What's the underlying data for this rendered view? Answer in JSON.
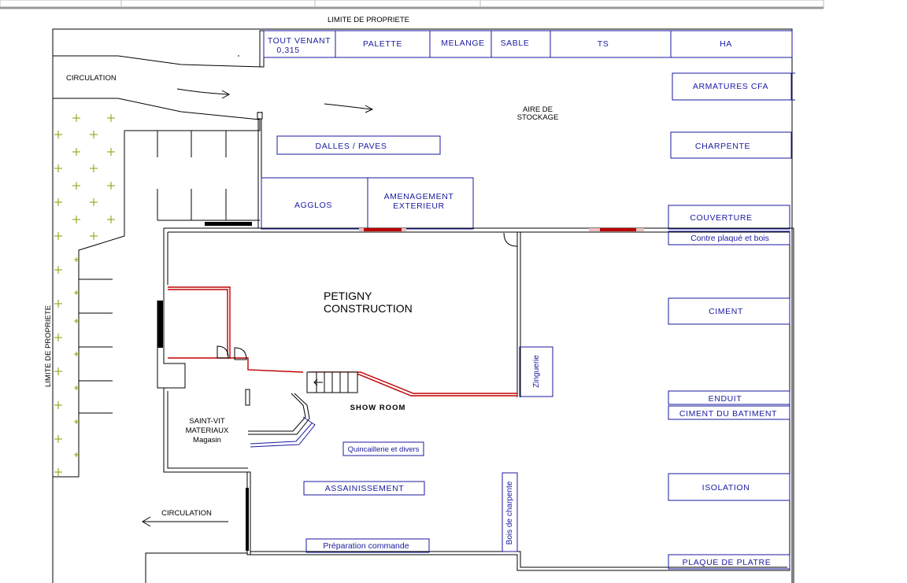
{
  "title_top": "LIMITE DE PROPRIETE",
  "title_side": "LIMITE DE PROPRIETE",
  "circulation_top": "CIRCULATION",
  "circulation_bottom": "CIRCULATION",
  "aire_stockage": [
    "AIRE DE",
    "STOCKAGE"
  ],
  "top_bins": {
    "tout_venant": [
      "TOUT VENANT",
      "0,315"
    ],
    "palette": "PALETTE",
    "melange": "MELANGE",
    "sable": "SABLE",
    "ts": "TS",
    "ha": "HA"
  },
  "outdoor": {
    "dalles": "DALLES / PAVES",
    "agglos": "AGGLOS",
    "amenagement": [
      "AMENAGEMENT",
      "EXTERIEUR"
    ]
  },
  "right_column": {
    "armatures": "ARMATURES CFA",
    "charpente": "CHARPENTE",
    "couverture": "COUVERTURE",
    "contre_plaque": "Contre plaqué et bois",
    "ciment": "CIMENT",
    "enduit": "ENDUIT",
    "ciment_batiment": "CIMENT DU BATIMENT",
    "isolation": "ISOLATION",
    "plaque_platre": "PLAQUE DE PLATRE"
  },
  "building": {
    "company": [
      "PETIGNY",
      "CONSTRUCTION"
    ],
    "showroom": "SHOW ROOM",
    "magasin": [
      "SAINT-VIT",
      "MATERIAUX",
      "Magasin"
    ],
    "zinguerie": "Zinguerie",
    "quincaillerie": "Quincaillerie et divers",
    "assainissement": "ASSAINISSEMENT",
    "preparation": "Préparation commande",
    "bois_charpente": "Bois de charpente"
  },
  "colors": {
    "label": "#1a1aa0",
    "wall": "#000000",
    "door": "#c00000",
    "vegetation": "#8a9a00"
  }
}
